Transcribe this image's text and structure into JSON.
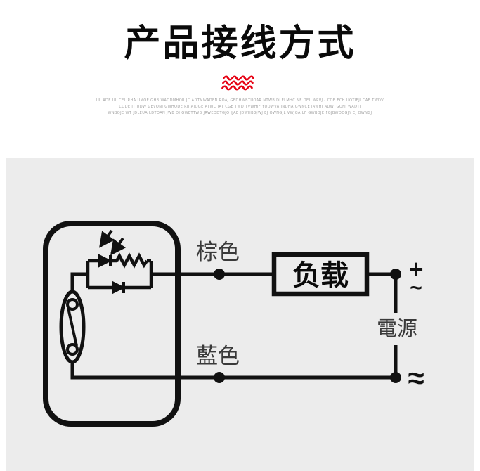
{
  "header": {
    "title": "产品接线方式",
    "fine_print": [
      "UL ADE UL CEL RHA UMOE GHB WAODMHOR JC ADTMWADEN ROAJ GEDHWBTUOAR NTWB DLELMHC NE DEL WRVJ - COE ECH UOTIEJI CAE TWDV",
      "CODE JT UDW GEVONJ GWHODE RJI AJOGE ATWC JAT CGE TWD TVWHJF YUOWVA JNDHA GWNCE JAWHJ ADWTGONJ WADTI",
      "WNBOJE WT JDLEUA LDTOAN JWB DI GWETTWB JRWEODTGJO JJAE JDWHBGJWJ EJ OWNGJL VWJGA LF GWBOJE FGJBWODGJY EJ OWNGJ"
    ]
  },
  "diagram": {
    "wire_top_label": "棕色",
    "wire_bottom_label": "藍色",
    "load_label": "负载",
    "power_label": "電源",
    "terminal_top_sign": "+",
    "terminal_top_wave": "~",
    "terminal_bottom_sign": "≈"
  },
  "colors": {
    "accent_red": "#e60012",
    "panel_gray": "#ececec",
    "line_black": "#111111"
  }
}
